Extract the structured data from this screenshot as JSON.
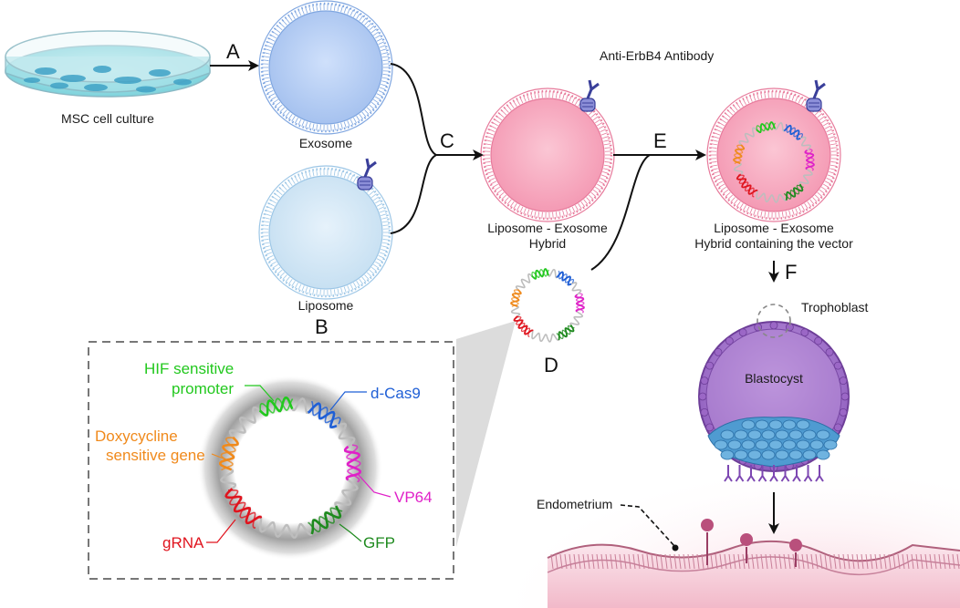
{
  "steps": {
    "a": "A",
    "b": "B",
    "c": "C",
    "d": "D",
    "e": "E",
    "f": "F"
  },
  "labels": {
    "msc": "MSC cell culture",
    "exosome": "Exosome",
    "liposome": "Liposome",
    "antibody": "Anti-ErbB4 Antibody",
    "hybrid_line1": "Liposome - Exosome",
    "hybrid_line2": "Hybrid",
    "hybrid_vector_line1": "Liposome - Exosome",
    "hybrid_vector_line2": "Hybrid containing the vector",
    "trophoblast": "Trophoblast",
    "blastocyst": "Blastocyst",
    "endometrium": "Endometrium"
  },
  "vector_genes": [
    {
      "line1": "HIF sensitive",
      "line2": "promoter",
      "color": "#22c81e"
    },
    {
      "line1": "d-Cas9",
      "line2": "",
      "color": "#1f5fd6"
    },
    {
      "line1": "Doxycycline",
      "line2": "sensitive gene",
      "color": "#f08a1c"
    },
    {
      "line1": "VP64",
      "line2": "",
      "color": "#e020c8"
    },
    {
      "line1": "gRNA",
      "line2": "",
      "color": "#e0141e"
    },
    {
      "line1": "GFP",
      "line2": "",
      "color": "#1e8a1e"
    }
  ],
  "colors": {
    "exosome": "#a9c6f2",
    "liposome": "#cfe6f6",
    "hybrid": "#f7a9c0",
    "blastocyst": "#a978cf",
    "endometrium": "#e9a6bb"
  }
}
